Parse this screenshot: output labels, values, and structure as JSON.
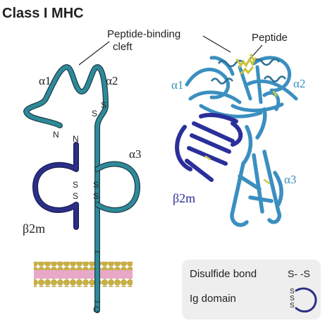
{
  "title": "Class I MHC",
  "labels": {
    "cleft_line1": "Peptide-binding",
    "cleft_line2": "cleft",
    "peptide": "Peptide",
    "alpha1": "α1",
    "alpha2": "α2",
    "alpha3": "α3",
    "b2m": "β2m",
    "n_alpha": "N",
    "n_b2m": "N",
    "c_terminus": "C",
    "s": "S",
    "ribbon_alpha1": "α1",
    "ribbon_alpha2": "α2",
    "ribbon_alpha3": "α3",
    "ribbon_b2m": "β2m"
  },
  "legend": {
    "disulfide_label": "Disulfide bond",
    "disulfide_symbol": "S- -S",
    "ig_label": "Ig domain",
    "ig_s": "S"
  },
  "colors": {
    "heavy_chain": "#2e8a9a",
    "b2m": "#2b2f86",
    "ribbon_heavy": "#3b8fc0",
    "ribbon_b2m": "#2b2f9a",
    "peptide": "#c9c23a",
    "membrane_head": "#c9b040",
    "membrane_core": "#e8a8c8",
    "legend_bg": "#eeeeee"
  }
}
